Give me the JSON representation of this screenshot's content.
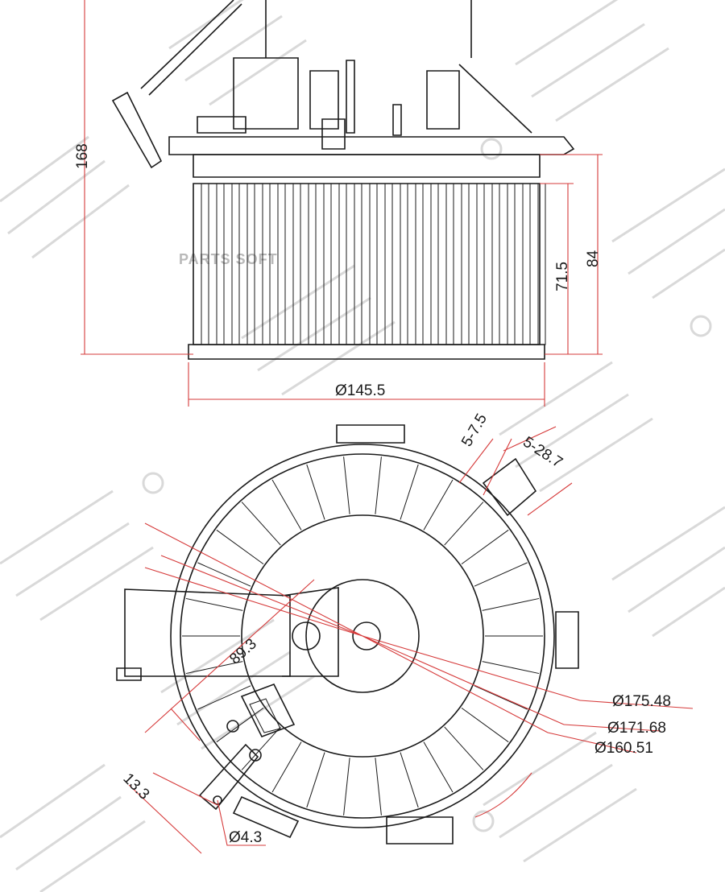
{
  "watermark": {
    "brand_text": "PARTS SOFT",
    "logo_icon": "sat-logo-watermark",
    "registered_icon": "registered-mark"
  },
  "dimensions": {
    "overall_height": "168",
    "rotor_height": "71.5",
    "housing_height": "84",
    "rotor_diameter": "Ø145.5",
    "tab_width": "5-7.5",
    "tab_span": "5-28.7",
    "outer_diameter": "Ø175.48",
    "mid_diameter": "Ø171.68",
    "inner_diameter": "Ø160.51",
    "connector_offset": "89.3",
    "bracket_offset": "13.3",
    "hole_diameter": "Ø4.3"
  },
  "colors": {
    "line": "#1a1a1a",
    "dimension": "#d63b3b",
    "watermark": "#d9d9d9"
  }
}
